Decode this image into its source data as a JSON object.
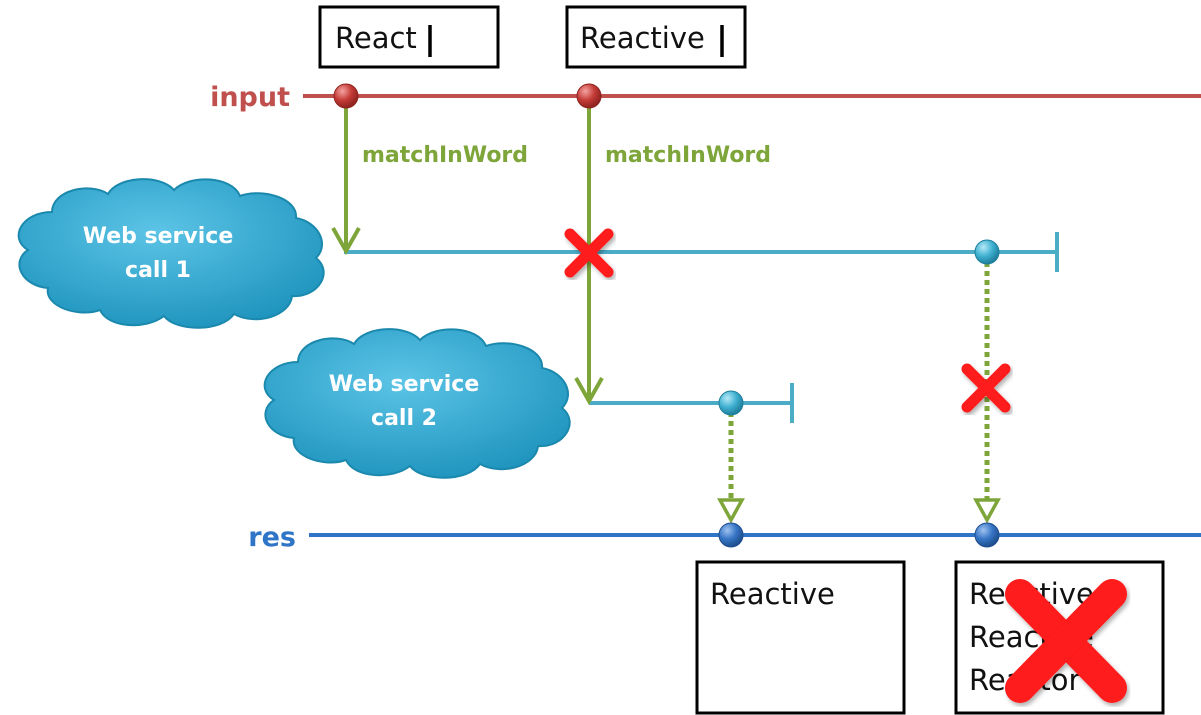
{
  "colors": {
    "input_line": "#c0504d",
    "operator_arrow": "#7ea53a",
    "service_line": "#4bacc6",
    "result_line": "#2e75c8",
    "cancel_x": "#ff0000",
    "cloud_fill": "#31a9d3",
    "cloud_text": "#ffffff"
  },
  "input": {
    "label": "input",
    "events": [
      {
        "text": "React"
      },
      {
        "text": "Reactive"
      }
    ]
  },
  "operators": [
    {
      "label": "matchInWord"
    },
    {
      "label": "matchInWord"
    }
  ],
  "services": [
    {
      "label_line1": "Web service",
      "label_line2": "call 1",
      "icon": "cloud-shape"
    },
    {
      "label_line1": "Web service",
      "label_line2": "call 2",
      "icon": "cloud-shape"
    }
  ],
  "result": {
    "label": "res",
    "outputs": [
      {
        "lines": [
          "Reactive"
        ]
      },
      {
        "lines": [
          "Reactive",
          "Reactive",
          "Reactor"
        ],
        "cancelled": true
      }
    ]
  }
}
